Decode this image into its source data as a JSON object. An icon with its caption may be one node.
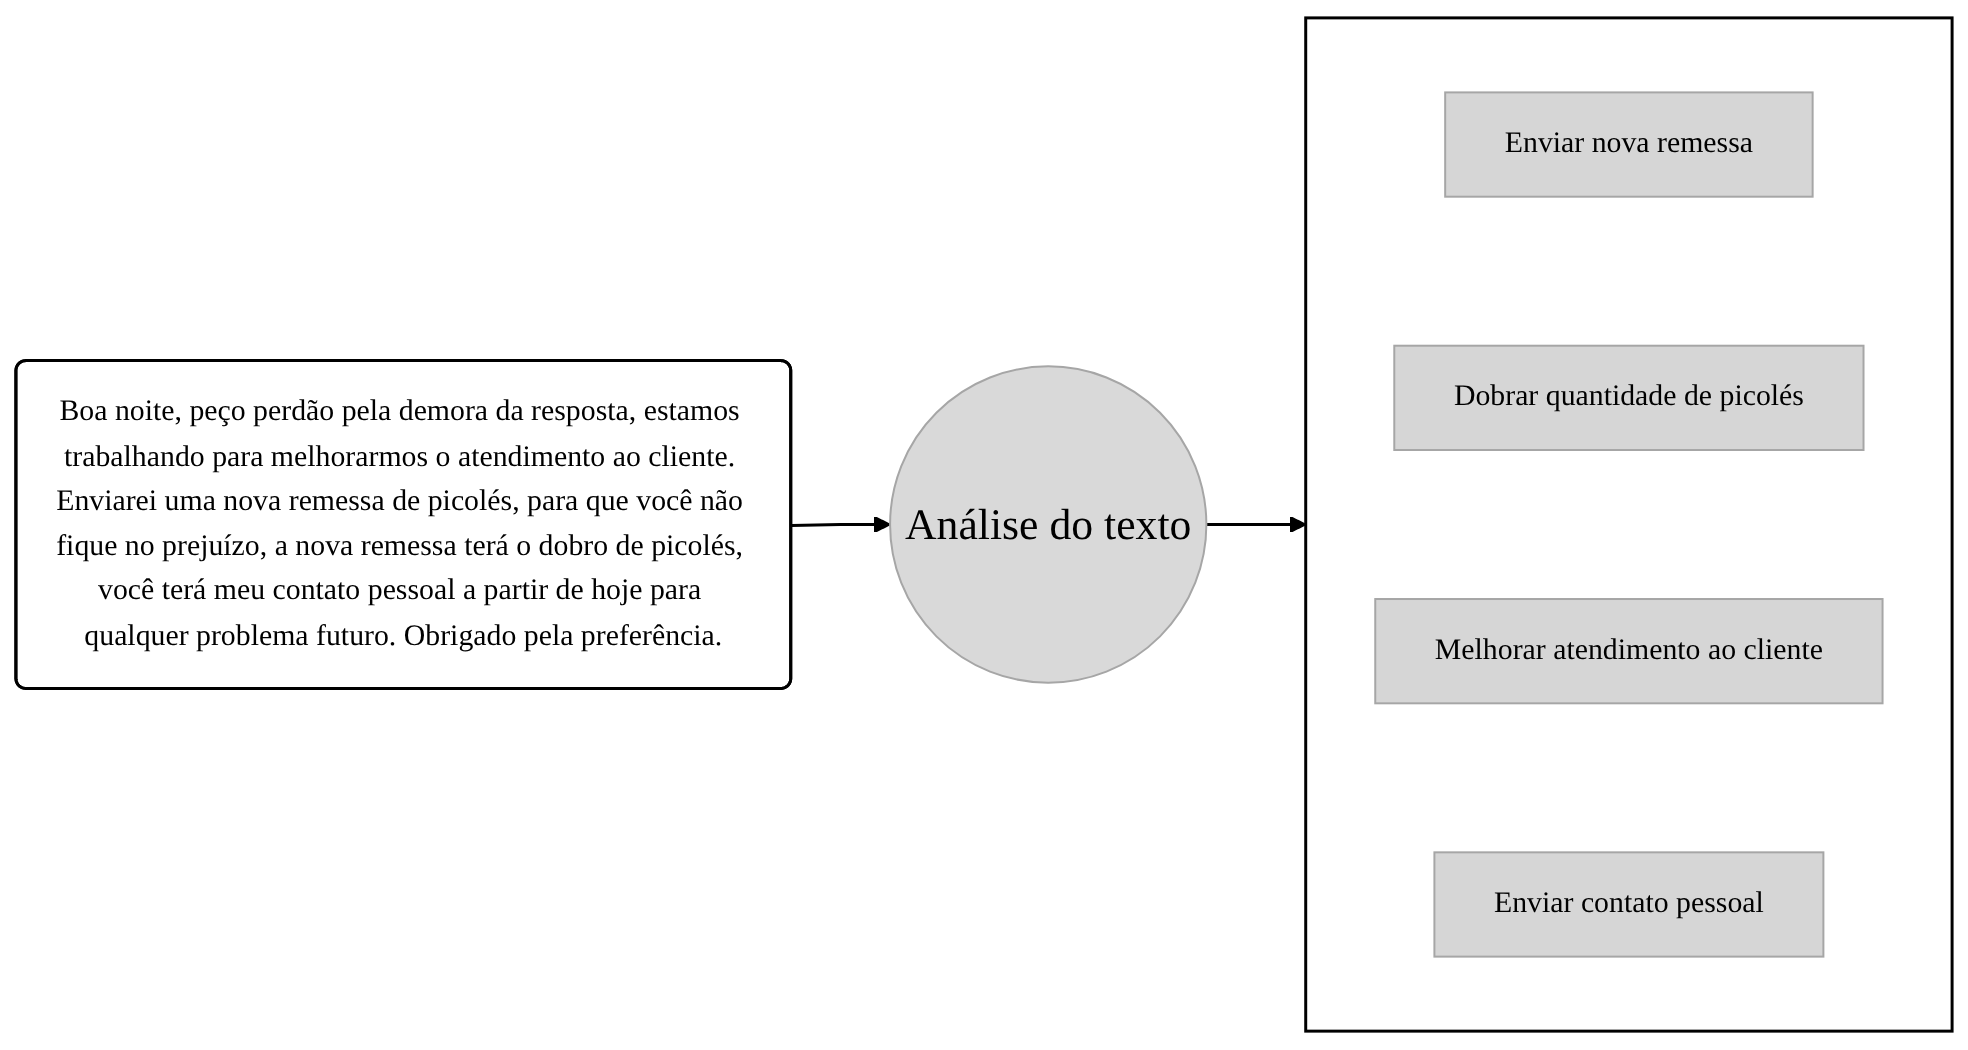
{
  "diagram": {
    "nodes": [
      {
        "text": [
          "Boa noite, peço perdão pela demora da resposta, estamos trabalhando para melhorarmos o atendimento ao cliente. Enviarei uma nova remessa de picolés, para que você não fique no prejuízo, a nova remessa terá o dobro de picolés, você terá meu contato pessoal a partir de hoje para qualquer problema futuro. Obrigado pela preferência."
        ]
      },
      {
        "text": [
          "Análise do texto"
        ]
      },
      {
        "text": [],
        "shape": "box"
      },
      {
        "text": [
          "Enviar nova remessa"
        ],
        "in": 2
      },
      {
        "text": [
          "Dobrar quantidade de picolés"
        ],
        "in": 2
      },
      {
        "text": [
          "Melhorar atendimento ao cliente"
        ],
        "in": 2
      },
      {
        "text": [
          "Enviar contato pessoal"
        ],
        "in": 2
      }
    ],
    "edges": [
      {
        "from": 0,
        "to": 1,
        "arrow": "to"
      },
      {
        "from": 1,
        "to": 2,
        "arrow": "to"
      }
    ]
  }
}
